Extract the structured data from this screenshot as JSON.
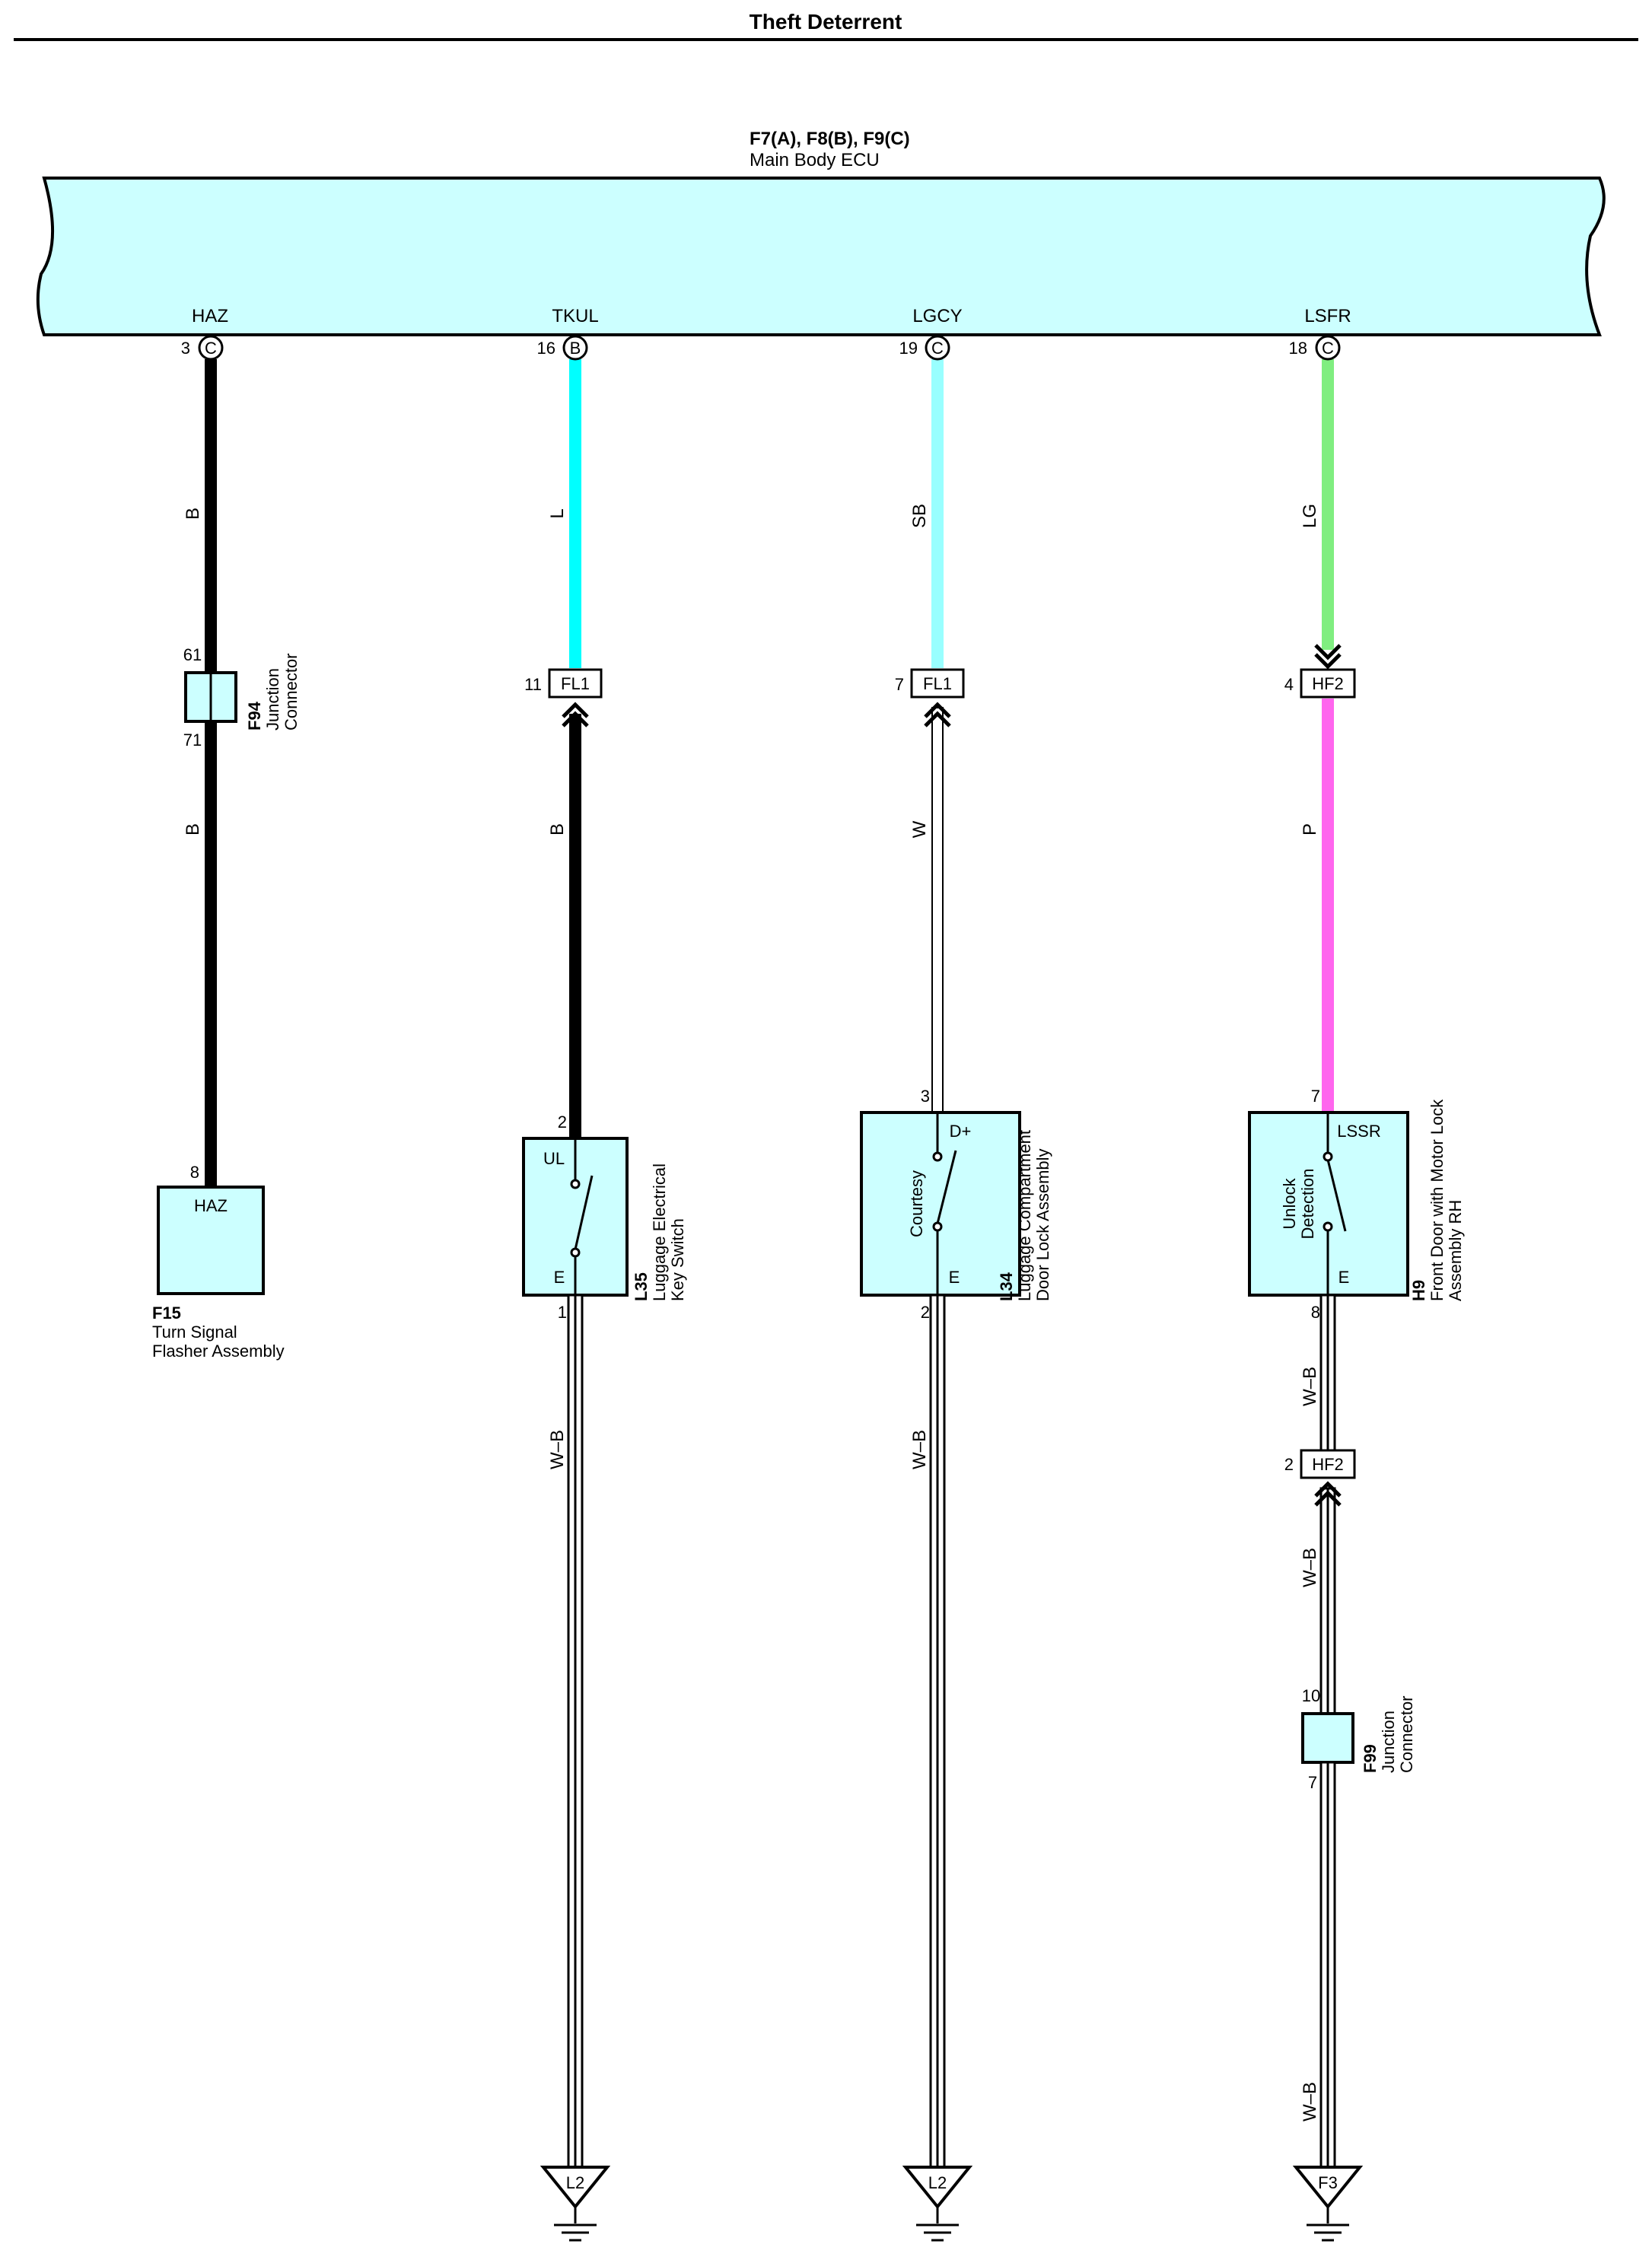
{
  "title": "Theft Deterrent",
  "ecu": {
    "connectors": "F7(A), F8(B), F9(C)",
    "name": "Main Body ECU",
    "pins": [
      {
        "signal": "HAZ",
        "pin": "3",
        "conn": "C"
      },
      {
        "signal": "TKUL",
        "pin": "16",
        "conn": "B"
      },
      {
        "signal": "LGCY",
        "pin": "19",
        "conn": "C"
      },
      {
        "signal": "LSFR",
        "pin": "18",
        "conn": "C"
      }
    ]
  },
  "colors": {
    "ecu_fill": "#ccffff",
    "wire_B": "#000000",
    "wire_L": "#00ffff",
    "wire_SB": "#99ffff",
    "wire_LG": "#80ee80",
    "wire_P": "#ff66ee",
    "wire_W": "#ffffff",
    "component_fill": "#ccffff"
  },
  "wires": {
    "c1_top": "B",
    "c1_bot": "B",
    "c2_top": "L",
    "c2_bot": "B",
    "c3_top": "SB",
    "c3_bot": "W",
    "c4_top": "LG",
    "c4_mid": "P",
    "c2_ground": "W–B",
    "c3_ground": "W–B",
    "c4_low1": "W–B",
    "c4_low2": "W–B",
    "c4_low3": "W–B"
  },
  "connectors": {
    "f94": {
      "pin_top": "61",
      "pin_bot": "71",
      "code": "F94",
      "name_l1": "Junction",
      "name_l2": "Connector"
    },
    "fl1_a": {
      "pin": "11",
      "label": "FL1"
    },
    "fl1_b": {
      "pin": "7",
      "label": "FL1"
    },
    "hf2_a": {
      "pin": "4",
      "label": "HF2"
    },
    "hf2_b": {
      "pin": "2",
      "label": "HF2"
    },
    "f99": {
      "pin_top": "10",
      "pin_bot": "7",
      "code": "F99",
      "name_l1": "Junction",
      "name_l2": "Connector"
    }
  },
  "components": {
    "f15": {
      "pin": "8",
      "term": "HAZ",
      "code": "F15",
      "name_l1": "Turn Signal",
      "name_l2": "Flasher Assembly"
    },
    "l35": {
      "pin_top": "2",
      "pin_bot": "1",
      "term_top": "UL",
      "term_bot": "E",
      "code": "L35",
      "name_l1": "Luggage Electrical",
      "name_l2": "Key Switch"
    },
    "l34": {
      "pin_top": "3",
      "pin_bot": "2",
      "term_top": "D+",
      "term_bot": "E",
      "inner": "Courtesy",
      "code": "L34",
      "name_l1": "Luggage Compartment",
      "name_l2": "Door Lock Assembly"
    },
    "h9": {
      "pin_top": "7",
      "pin_bot": "8",
      "term_top": "LSSR",
      "term_bot": "E",
      "inner_l1": "Unlock",
      "inner_l2": "Detection",
      "code": "H9",
      "name_l1": "Front Door with Motor Lock",
      "name_l2": "Assembly RH"
    }
  },
  "grounds": [
    "L2",
    "L2",
    "F3"
  ]
}
